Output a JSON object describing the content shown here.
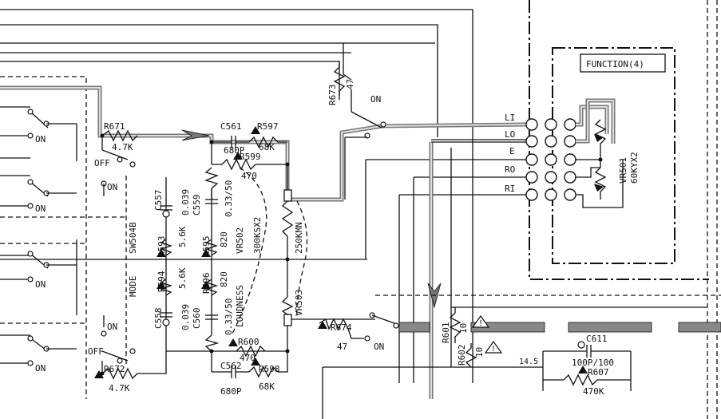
{
  "function_box": {
    "label": "FUNCTION(4)"
  },
  "jack_labels": [
    "LI",
    "LO",
    "E",
    "RO",
    "RI"
  ],
  "switch_labels": {
    "on": "ON",
    "off": "OFF"
  },
  "components": {
    "r671": {
      "ref": "R671",
      "value": "4.7K"
    },
    "r672": {
      "ref": "R672",
      "value": "4.7K"
    },
    "r673": {
      "ref": "R673",
      "value": "47"
    },
    "r674": {
      "ref": "R674",
      "value": "47"
    },
    "c561": {
      "ref": "C561",
      "value": "680P"
    },
    "c562": {
      "ref": "C562",
      "value": "680P"
    },
    "r597": {
      "ref": "R597",
      "value": "68K"
    },
    "r598": {
      "ref": "R598",
      "value": "68K"
    },
    "r599": {
      "ref": "R599",
      "value": "470"
    },
    "r600": {
      "ref": "R600",
      "value": "470"
    },
    "c557": {
      "ref": "C557",
      "value": "0.039"
    },
    "c558": {
      "ref": "C558",
      "value": "0.039"
    },
    "c559": {
      "ref": "C559",
      "value": "0.33/50"
    },
    "c560": {
      "ref": "C560",
      "value": "0.33/50"
    },
    "r593": {
      "ref": "R593",
      "value": "5.6K"
    },
    "r594": {
      "ref": "R594",
      "value": "5.6K"
    },
    "r595": {
      "ref": "R595",
      "value": "820"
    },
    "r596": {
      "ref": "R596",
      "value": "820"
    },
    "vr502": {
      "ref": "VR502",
      "value": "300KSX2"
    },
    "vr503": {
      "ref": "VR503",
      "value": "250KMN"
    },
    "vr501": {
      "ref": "VR501",
      "value": "60KYX2"
    },
    "sw504b": {
      "ref": "SW504B"
    },
    "r601": {
      "ref": "R601",
      "value": "10"
    },
    "r602": {
      "ref": "R602",
      "value": "10"
    },
    "c611": {
      "ref": "C611",
      "value": "100P/100"
    },
    "r607": {
      "ref": "R607",
      "value": "470K"
    }
  },
  "labels": {
    "mode": "MODE",
    "loudness": "LOUDNESS",
    "voltage": "14.5"
  }
}
